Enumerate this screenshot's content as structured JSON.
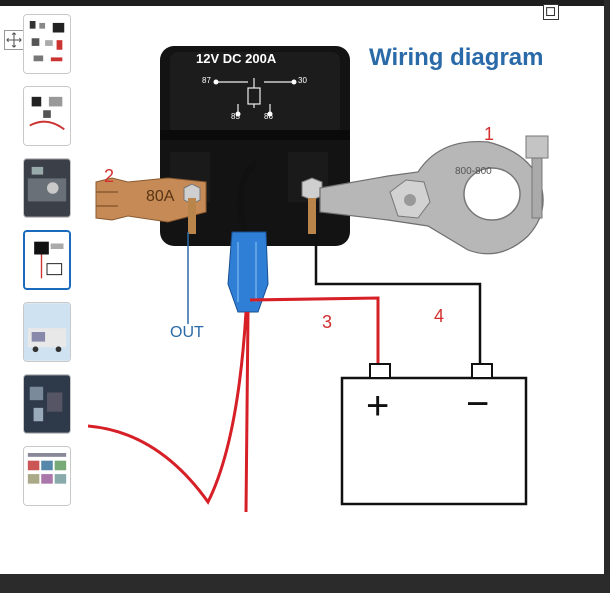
{
  "diagram": {
    "title": "Wiring diagram",
    "relay_rating": "12V DC 200A",
    "pin_87": "87",
    "pin_30": "30",
    "pin_85": "85",
    "pin_86": "86",
    "lug_stamp": "80A",
    "clamp_stamp": "800-800",
    "callout_1": "1",
    "callout_2": "2",
    "callout_3": "3",
    "callout_4": "4",
    "out_label": "OUT",
    "battery_plus": "+",
    "battery_minus": "−"
  },
  "colors": {
    "title_blue": "#2a6aa8",
    "callout_red": "#d32f2f",
    "wire_red": "#d61f26",
    "wire_black": "#111111",
    "connector_blue": "#2f7fd6"
  },
  "thumbnails": {
    "count": 7,
    "selected_index": 3
  },
  "icons": {
    "expand": "expand-arrows-icon",
    "corner": "square-icon"
  }
}
